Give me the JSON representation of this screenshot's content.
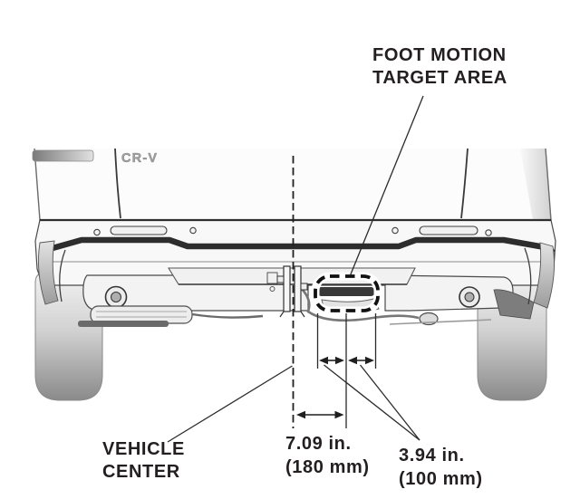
{
  "illustration": {
    "emblem": "CR-V",
    "description_colors": {
      "text": "#231f20",
      "line_art": "#4a4a4a",
      "dashed_marks": "#1f1f1f"
    }
  },
  "labels": {
    "foot_motion": {
      "line1": "FOOT MOTION",
      "line2": "TARGET AREA"
    },
    "vehicle_center": {
      "line1": "VEHICLE",
      "line2": "CENTER"
    }
  },
  "dimensions": {
    "center_offset": {
      "line1": "7.09 in.",
      "line2": "(180 mm)",
      "value_in": 7.09,
      "value_mm": 180
    },
    "target_width": {
      "line1": "3.94 in.",
      "line2": "(100 mm)",
      "value_in": 3.94,
      "value_mm": 100
    }
  }
}
